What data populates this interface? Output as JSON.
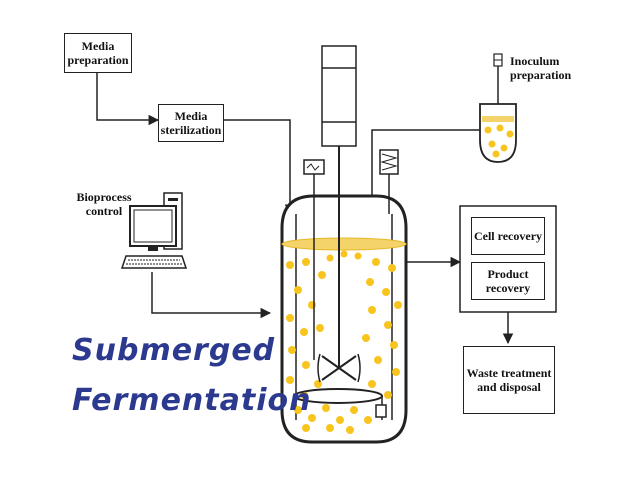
{
  "labels": {
    "media_preparation": "Media preparation",
    "media_sterilization": "Media sterilization",
    "bioprocess_control": "Bioprocess control",
    "inoculum_preparation": "Inoculum preparation",
    "cell_recovery": "Cell recovery",
    "product_recovery": "Product recovery",
    "waste_treatment": "Waste treatment and disposal"
  },
  "title": {
    "line1": "Submerged",
    "line2": "Fermentation"
  },
  "colors": {
    "title": "#2b3a8e",
    "bubble": "#f7c51e",
    "liquid_surface": "#f4d46a",
    "line": "#222222"
  }
}
